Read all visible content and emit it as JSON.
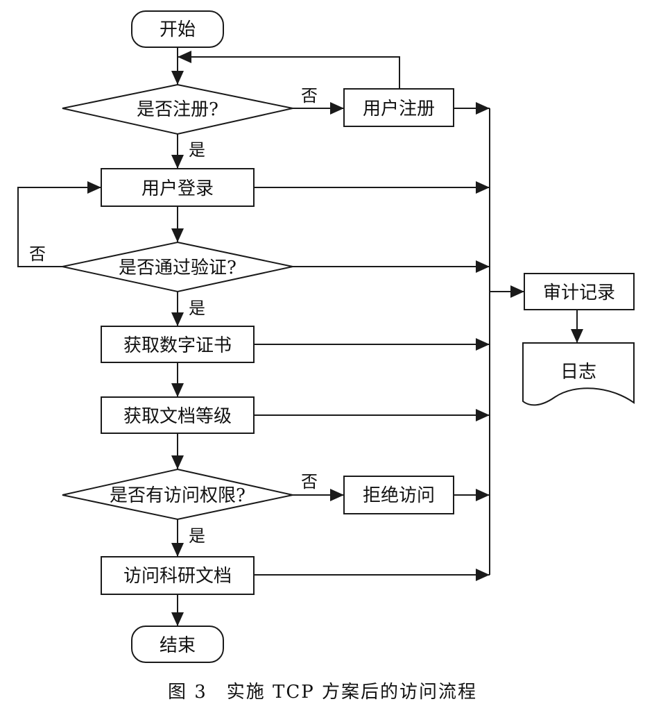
{
  "nodes": {
    "start": "开始",
    "q_registered": "是否注册?",
    "user_register": "用户注册",
    "user_login": "用户登录",
    "q_verified": "是否通过验证?",
    "get_cert": "获取数字证书",
    "get_level": "获取文档等级",
    "q_permission": "是否有访问权限?",
    "deny_access": "拒绝访问",
    "access_docs": "访问科研文档",
    "end": "结束",
    "audit_record": "审计记录",
    "log": "日志"
  },
  "edge_labels": {
    "registered_no": "否",
    "registered_yes": "是",
    "verified_no": "否",
    "verified_yes": "是",
    "permission_no": "否",
    "permission_yes": "是"
  },
  "caption": "图 3　实施 TCP 方案后的访问流程"
}
